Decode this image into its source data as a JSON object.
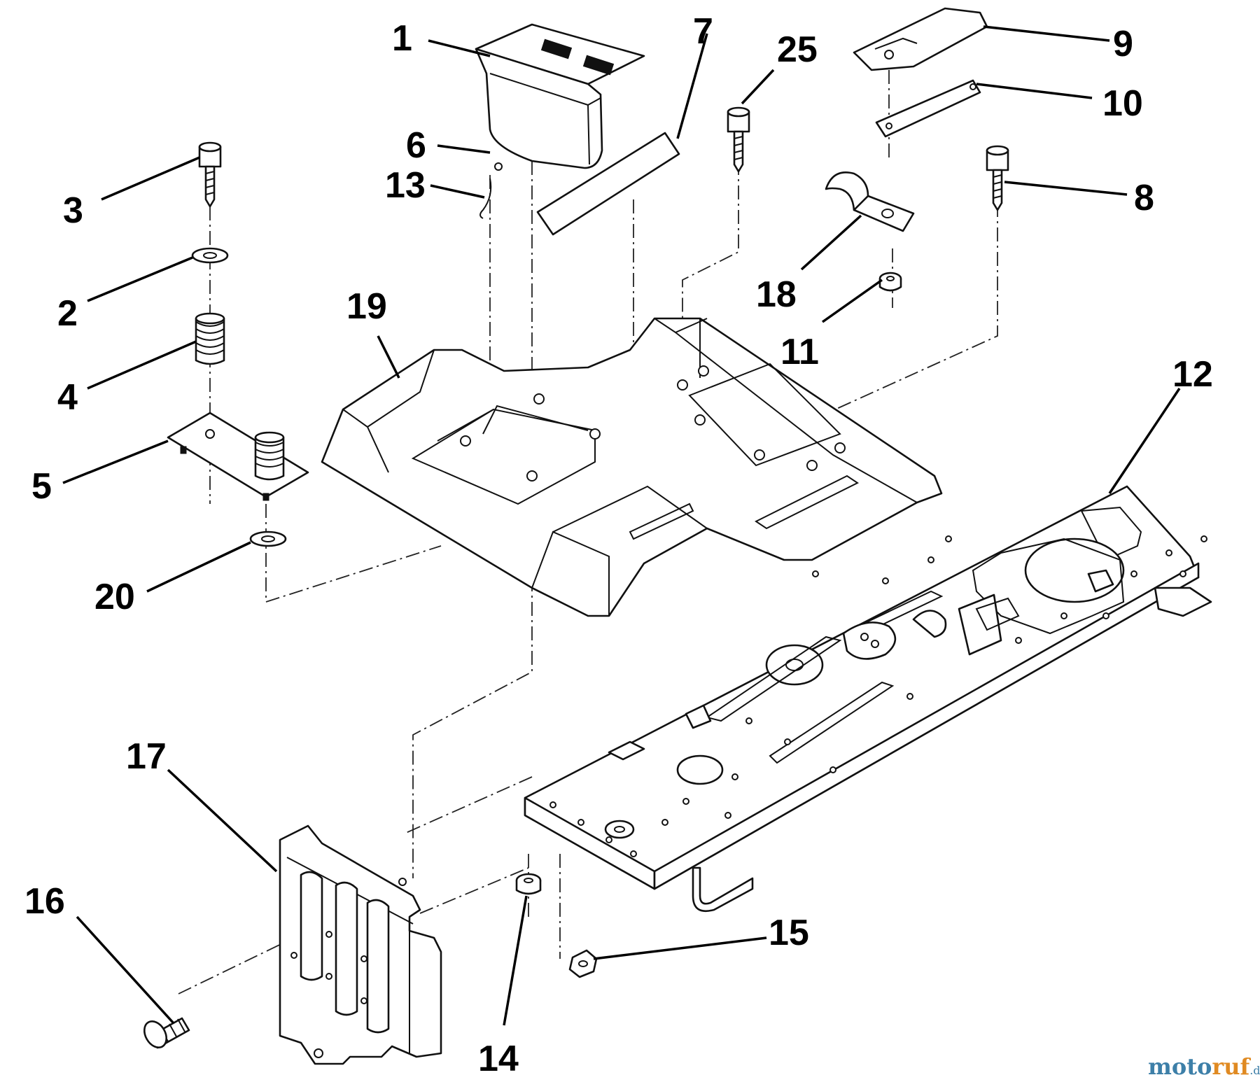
{
  "callouts": {
    "c1": "1",
    "c2": "2",
    "c3": "3",
    "c4": "4",
    "c5": "5",
    "c6": "6",
    "c7": "7",
    "c8": "8",
    "c9": "9",
    "c10": "10",
    "c11": "11",
    "c12": "12",
    "c13": "13",
    "c14": "14",
    "c15": "15",
    "c16": "16",
    "c17": "17",
    "c18": "18",
    "c19": "19",
    "c20": "20",
    "c25": "25"
  },
  "watermark": {
    "part_a": "moto",
    "part_b": "ruf",
    "suffix": ".de"
  },
  "colors": {
    "line": "#111111",
    "background": "#ffffff",
    "watermark_blue": "#3d7fa8",
    "watermark_orange": "#e08a22"
  }
}
